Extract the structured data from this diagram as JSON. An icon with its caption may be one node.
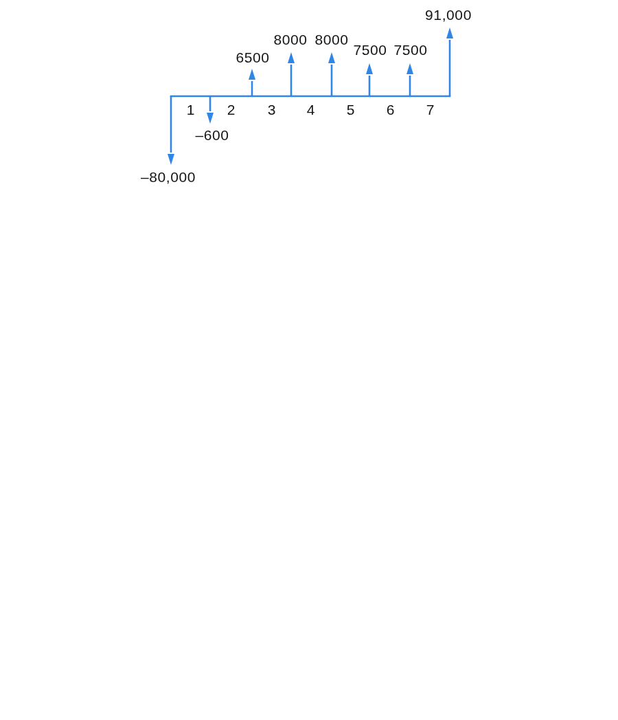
{
  "diagram": {
    "labels": [
      "91,000",
      "6500",
      "8000",
      "8000",
      "7500",
      "7500",
      "1",
      "2",
      "3",
      "4",
      "5",
      "6",
      "7",
      "–600",
      "–80,000"
    ]
  }
}
